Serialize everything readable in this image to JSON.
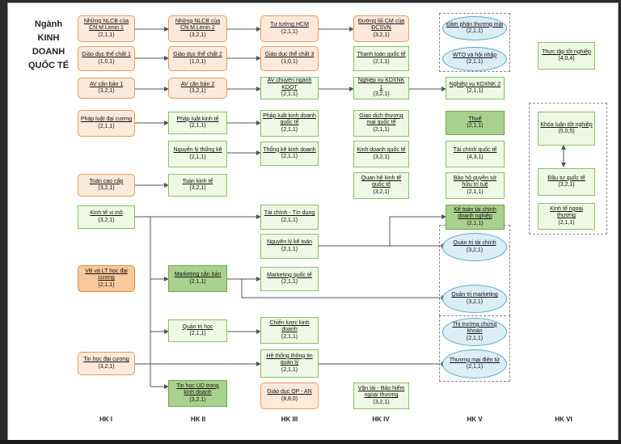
{
  "title": [
    "Ngành",
    "KINH",
    "DOANH",
    "QUỐC TẾ"
  ],
  "semesters": [
    "HK I",
    "HK II",
    "HK III",
    "HK IV",
    "HK V",
    "HK VI"
  ],
  "nodes": [
    {
      "id": "nlcb1",
      "name": "Những NLCB của CN M.Lenin 1",
      "credits": "(2,1,1)",
      "style": "orange"
    },
    {
      "id": "nlcb2",
      "name": "Những NLCB của CN M.Lenin 2",
      "credits": "(3,2,1)",
      "style": "orange"
    },
    {
      "id": "tthcm",
      "name": "Tư tưởng HCM",
      "credits": "(2,1,1)",
      "style": "orange"
    },
    {
      "id": "dlcm",
      "name": "Đường lối CM của ĐCSVN",
      "credits": "(3,2,1)",
      "style": "orange"
    },
    {
      "id": "dptm",
      "name": "Đàm phán thương mại",
      "credits": "(2,1,1)",
      "style": "blue"
    },
    {
      "id": "wto",
      "name": "WTO và hội nhập",
      "credits": "(2,1,1)",
      "style": "blue"
    },
    {
      "id": "tttn",
      "name": "Thực tập tốt nghiệp",
      "credits": "(4,0,4)",
      "style": "green"
    },
    {
      "id": "gdtc1",
      "name": "Giáo dục thể chất 1",
      "credits": "(1,0,1)",
      "style": "orange"
    },
    {
      "id": "gdtc2",
      "name": "Giáo dục thể chất 2",
      "credits": "(1,0,1)",
      "style": "orange"
    },
    {
      "id": "gdtc3",
      "name": "Giáo dục thể chất 3",
      "credits": "(1,0,1)",
      "style": "orange"
    },
    {
      "id": "ttqt",
      "name": "Thanh toán quốc tế",
      "credits": "(2,1,1)",
      "style": "green"
    },
    {
      "id": "av1",
      "name": "AV căn bản 1",
      "credits": "(3,2,1)",
      "style": "orange"
    },
    {
      "id": "av2",
      "name": "AV căn bản 2",
      "credits": "(3,2,1)",
      "style": "orange"
    },
    {
      "id": "avcn",
      "name": "AV chuyên ngành KDQT",
      "credits": "(2,1,1)",
      "style": "green"
    },
    {
      "id": "xnk1",
      "name": "Nghiệp vụ KDXNK 1",
      "credits": "(3,2,1)",
      "style": "green"
    },
    {
      "id": "xnk2",
      "name": "Nghiệp vụ KDXNK 2",
      "credits": "(2,1,1)",
      "style": "green"
    },
    {
      "id": "pldc",
      "name": "Pháp luật đại cương",
      "credits": "(2,1,1)",
      "style": "orange"
    },
    {
      "id": "plkt",
      "name": "Pháp luật kinh tế",
      "credits": "(2,1,1)",
      "style": "green"
    },
    {
      "id": "plkdqt",
      "name": "Pháp luật kinh doanh quốc tế",
      "credits": "(2,1,1)",
      "style": "green"
    },
    {
      "id": "gdtmqt",
      "name": "Giao dịch thương mại quốc tế",
      "credits": "(2,1,1)",
      "style": "green"
    },
    {
      "id": "thue",
      "name": "Thuế",
      "credits": "(2,1,1)",
      "style": "green-dark"
    },
    {
      "id": "klntn",
      "name": "Khóa luận tốt nghiệp",
      "credits": "(5,0,5)",
      "style": "green"
    },
    {
      "id": "nltk",
      "name": "Nguyên lý thống kê",
      "credits": "(2,1,1)",
      "style": "green"
    },
    {
      "id": "tkkd",
      "name": "Thống kê kinh doanh",
      "credits": "(2,1,1)",
      "style": "green"
    },
    {
      "id": "kdqt",
      "name": "Kinh doanh quốc tế",
      "credits": "(3,2,1)",
      "style": "green"
    },
    {
      "id": "tcqt",
      "name": "Tài chính quốc tế",
      "credits": "(4,3,1)",
      "style": "green"
    },
    {
      "id": "tcc",
      "name": "Toán cao cấp",
      "credits": "(3,2,1)",
      "style": "orange"
    },
    {
      "id": "tkt",
      "name": "Toán kinh tế",
      "credits": "(3,2,1)",
      "style": "green"
    },
    {
      "id": "qhkt",
      "name": "Quan hệ kinh tế quốc tế",
      "credits": "(3,2,1)",
      "style": "green"
    },
    {
      "id": "bhsh",
      "name": "Bảo hộ quyền sở hữu trí tuệ",
      "credits": "(2,1,1)",
      "style": "green"
    },
    {
      "id": "dtqt",
      "name": "Đầu tư quốc tế",
      "credits": "(3,2,1)",
      "style": "green"
    },
    {
      "id": "ktvm",
      "name": "Kinh tế vi mô",
      "credits": "(3,2,1)",
      "style": "green"
    },
    {
      "id": "tctd",
      "name": "Tài chính - Tín dụng",
      "credits": "(2,1,1)",
      "style": "green"
    },
    {
      "id": "ktnt",
      "name": "Kinh tế ngoại thương",
      "credits": "(2,1,1)",
      "style": "green"
    },
    {
      "id": "kttcdn",
      "name": "Kế toán tài chính doanh nghiệp",
      "credits": "(2,1,1)",
      "style": "green-dark"
    },
    {
      "id": "nlkt",
      "name": "Nguyên lý kế toán",
      "credits": "(2,1,1)",
      "style": "green"
    },
    {
      "id": "qttc",
      "name": "Quản trị tài chính",
      "credits": "(3,2,1)",
      "style": "blue"
    },
    {
      "id": "vb",
      "name": "VB và LT học đại cương",
      "credits": "(2,1,1)",
      "style": "orange-dark"
    },
    {
      "id": "mkcb",
      "name": "Marketing căn bản",
      "credits": "(2,1,1)",
      "style": "green-dark"
    },
    {
      "id": "mkqt",
      "name": "Marketing quốc tế",
      "credits": "(2,1,1)",
      "style": "green"
    },
    {
      "id": "qtmk",
      "name": "Quản trị marketing",
      "credits": "(3,2,1)",
      "style": "blue"
    },
    {
      "id": "qth",
      "name": "Quản trị học",
      "credits": "(2,1,1)",
      "style": "green"
    },
    {
      "id": "clkd",
      "name": "Chiến lược kinh doanh",
      "credits": "(2,1,1)",
      "style": "green"
    },
    {
      "id": "ttck",
      "name": "Thị trường chứng khoán",
      "credits": "(2,1,1)",
      "style": "blue"
    },
    {
      "id": "thdc",
      "name": "Tin học đại cương",
      "credits": "(3,2,1)",
      "style": "orange"
    },
    {
      "id": "httt",
      "name": "Hệ thống thông tin quản lý",
      "credits": "(2,1,1)",
      "style": "green"
    },
    {
      "id": "tmdt",
      "name": "Thương mại điện tử",
      "credits": "(2,1,1)",
      "style": "blue"
    },
    {
      "id": "thud",
      "name": "Tin học UD trong kinh doanh",
      "credits": "(3,2,1)",
      "style": "green-dark"
    },
    {
      "id": "gdqp",
      "name": "Giáo dục QP - AN",
      "credits": "(8,8,0)",
      "style": "orange"
    },
    {
      "id": "vtbh",
      "name": "Vận tải - Bảo hiểm ngoại thương",
      "credits": "(3,2,1)",
      "style": "green"
    }
  ]
}
